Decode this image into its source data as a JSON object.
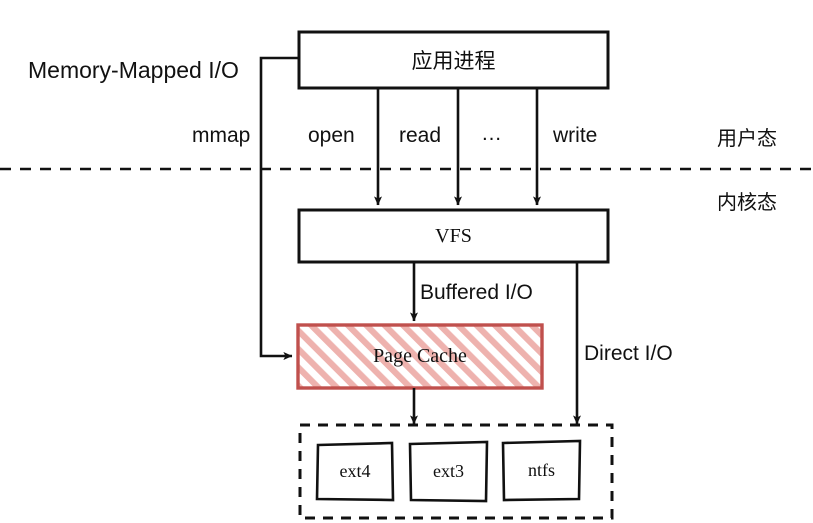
{
  "diagram": {
    "title_nodes": {
      "app_process": "应用进程",
      "vfs": "VFS",
      "page_cache": "Page Cache"
    },
    "filesystems": [
      {
        "label": "ext4"
      },
      {
        "label": "ext3"
      },
      {
        "label": "ntfs"
      }
    ],
    "syscall_labels": [
      {
        "label": "mmap"
      },
      {
        "label": "open"
      },
      {
        "label": "read"
      },
      {
        "label": "…"
      },
      {
        "label": "write"
      }
    ],
    "side_labels": {
      "memory_mapped_io": "Memory-Mapped I/O",
      "buffered_io": "Buffered I/O",
      "direct_io": "Direct I/O"
    },
    "mode_labels": {
      "user_mode": "用户态",
      "kernel_mode": "内核态"
    },
    "colors": {
      "stroke": "#111111",
      "page_cache_border": "#c0504d",
      "page_cache_hatch": "#e8a9a6",
      "page_cache_fill": "#ffffff",
      "background": "#ffffff"
    }
  }
}
